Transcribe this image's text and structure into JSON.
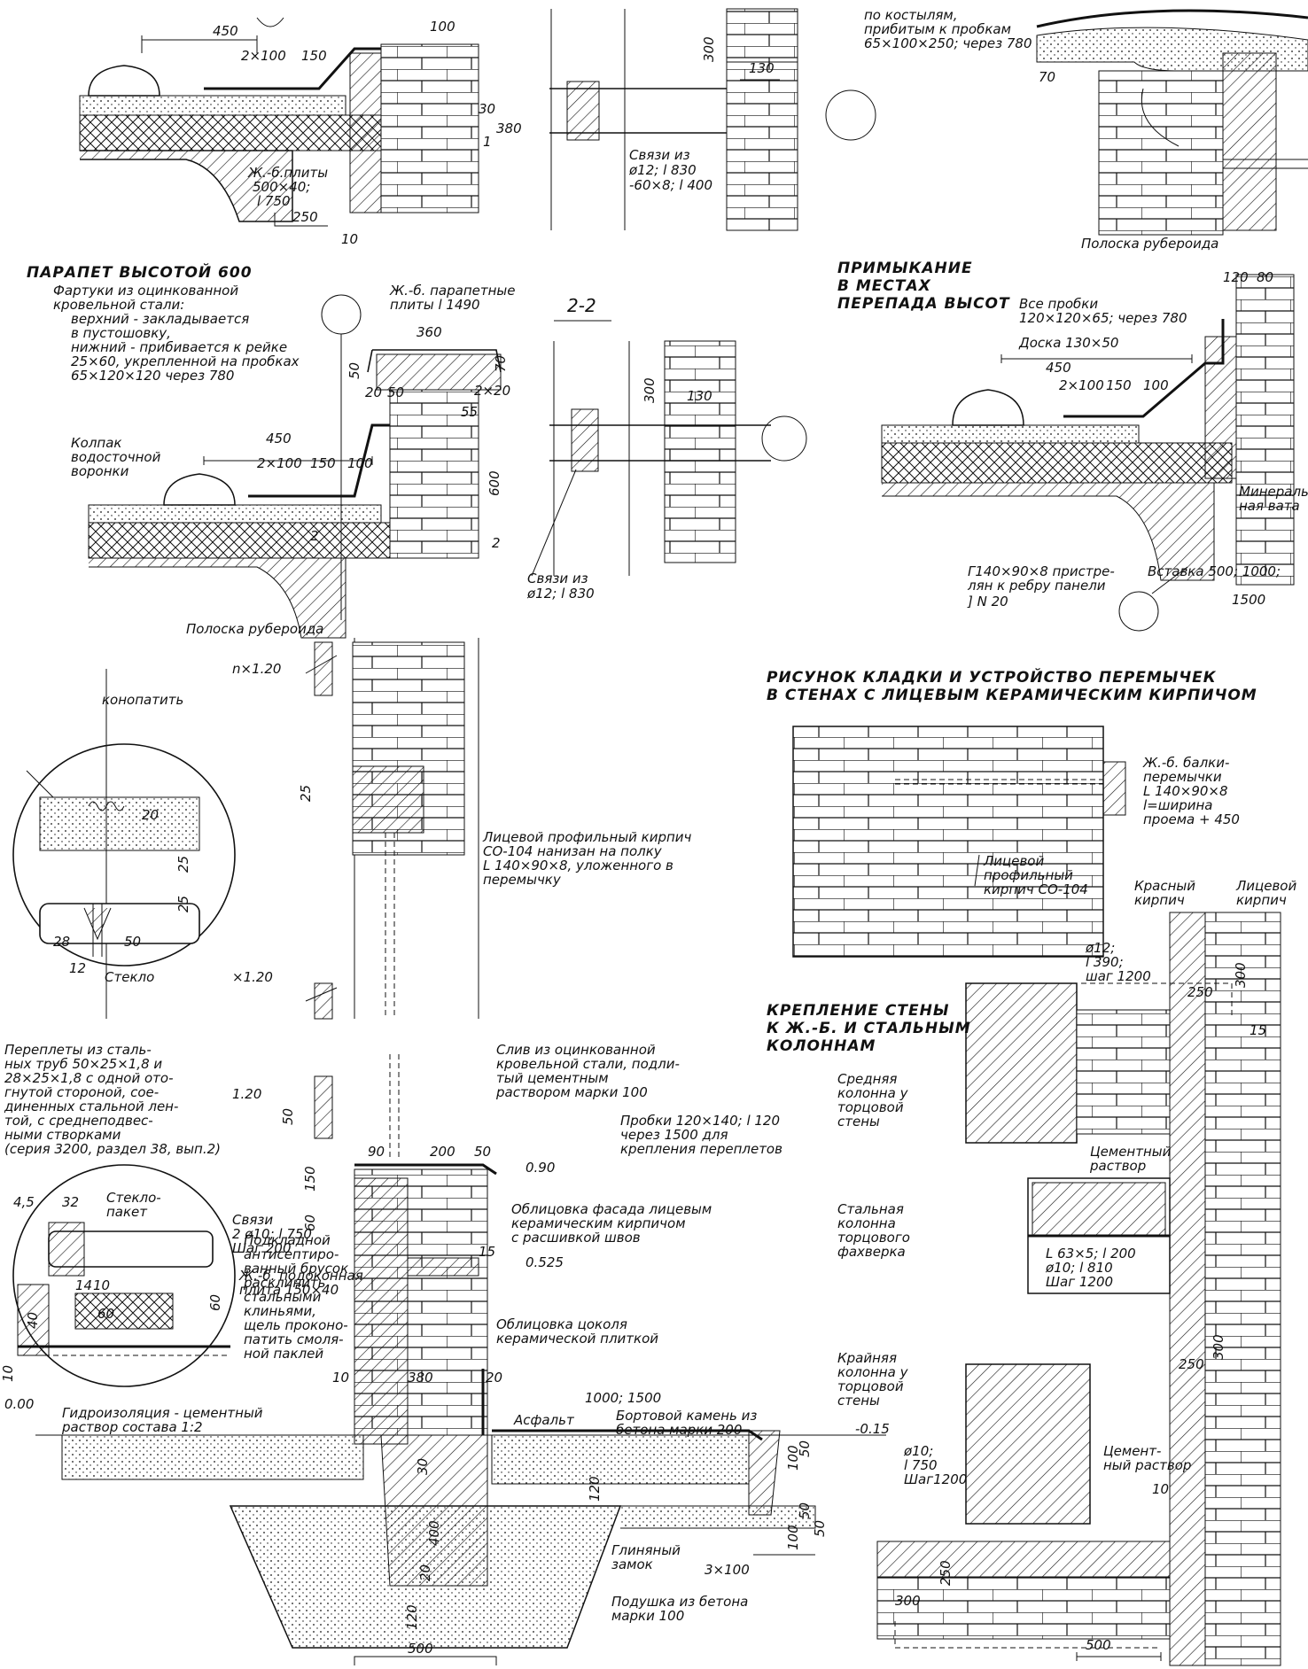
{
  "top_left": {
    "dims": [
      "450",
      "100",
      "2×100",
      "150",
      "30",
      "380",
      "1",
      "250",
      "10"
    ],
    "slab_note": [
      "Ж.-б.плиты",
      "500×40;",
      "l 750"
    ]
  },
  "top_ties": {
    "dims": [
      "300",
      "130"
    ],
    "note": [
      "Связи из",
      "ø12; l 830",
      "-60×8; l 400"
    ]
  },
  "top_right": {
    "note": [
      "по костылям,",
      "прибитым к пробкам",
      "65×100×250; через 780"
    ],
    "dim": "70",
    "strip": "Полоска рубероида"
  },
  "parapet": {
    "title": "ПАРАПЕТ ВЫСОТОЙ 600",
    "apron_note": [
      "Фартуки из оцинкованной",
      "кровельной стали:",
      "верхний - закладывается",
      "в пустошовку,",
      "нижний - прибивается к рейке",
      "25×60, укрепленной на пробках",
      "65×120×120 через 780"
    ],
    "slab_note": [
      "Ж.-б. парапетные",
      "плиты l 1490"
    ],
    "funnel_note": [
      "Колпак",
      "водосточной",
      "воронки"
    ],
    "dims": [
      "360",
      "50",
      "20",
      "50",
      "70",
      "2×20",
      "55",
      "450",
      "2×100",
      "150",
      "100",
      "600",
      "2",
      "2"
    ],
    "strip": "Полоска рубероида"
  },
  "section22": {
    "label": "2-2",
    "dims": [
      "300",
      "130"
    ],
    "note": [
      "Связи из",
      "ø12; l 830"
    ]
  },
  "junction": {
    "title": [
      "ПРИМЫКАНИЕ",
      "В МЕСТАХ",
      "ПЕРЕПАДА ВЫСОТ"
    ],
    "plugs": [
      "Все пробки",
      "120×120×65; через 780"
    ],
    "board": "Доска 130×50",
    "dims": [
      "120",
      "80",
      "450",
      "2×100",
      "150",
      "100",
      "1500"
    ],
    "wool": [
      "Минераль-",
      "ная вата"
    ],
    "angle": [
      "Г140×90×8 пристре-",
      "лян к ребру панели"
    ],
    "channel": "] N 20",
    "insert": "Вставка 500; 1000;"
  },
  "window": {
    "caulk": "конопатить",
    "n120": "n×1.20",
    "dim25": "25",
    "x120": "×1.20",
    "brick_note": [
      "Лицевой профильный кирпич",
      "СО-104 нанизан на полку",
      "L 140×90×8, уложенного в",
      "перемычку"
    ],
    "detail_dims": [
      "20",
      "25",
      "25",
      "28",
      "50",
      "12"
    ],
    "glass": "Стекло"
  },
  "sill": {
    "frames_note": [
      "Переплеты из сталь-",
      "ных труб 50×25×1,8 и",
      "28×25×1,8 с одной ото-",
      "гнутой стороной, сое-",
      "диненных стальной лен-",
      "той, с среднеподвес-",
      "ными створками",
      "(серия 3200, раздел 38, вып.2)"
    ],
    "glazing": [
      "Стекло-",
      "пакет"
    ],
    "detail_dims": [
      "4,5",
      "32",
      "14",
      "10",
      "40",
      "60",
      "60",
      "10"
    ],
    "bar_note": [
      "Подкладной",
      "антисептиро-",
      "ванный брусок",
      "расклинить",
      "стальными",
      "клиньями,",
      "щель проконо-",
      "патить смоля-",
      "ной паклей"
    ],
    "dims": [
      "1.20",
      "50",
      "150",
      "60",
      "90",
      "200",
      "50"
    ],
    "ties": [
      "Связи",
      "2 ø10; l 750",
      "Шаг 200"
    ],
    "sill_slab": [
      "Ж.-б. подоконная",
      "плита 150×40"
    ],
    "drip": [
      "Слив из оцинкованной",
      "кровельной стали, подли-",
      "тый цементным",
      "раствором марки 100"
    ],
    "plugs": [
      "Пробки 120×140; l 120",
      "через 1500 для",
      "крепления переплетов"
    ],
    "lvl1": "0.90",
    "facing": [
      "Облицовка фасада лицевым",
      "керамическим кирпичом",
      "с расшивкой швов"
    ],
    "dim15": "15",
    "lvl2": "0.525",
    "plinth": [
      "Облицовка цоколя",
      "керамической плиткой"
    ],
    "d380": "380",
    "d10": "10",
    "d20": "20"
  },
  "foundation": {
    "zero": "0.00",
    "waterproof": [
      "Гидроизоляция - цементный",
      "раствор состава 1:2"
    ],
    "dim1000": "1000; 1500",
    "asphalt": "Асфальт",
    "curb": [
      "Бортовой камень из",
      "бетона марки 200"
    ],
    "lvl": "-0.15",
    "clay": [
      "Глиняный",
      "замок"
    ],
    "pad": [
      "Подушка из бетона",
      "марки 100"
    ],
    "dims": [
      "30",
      "120",
      "400",
      "20",
      "120",
      "50",
      "50",
      "100",
      "100",
      "50",
      "3×100",
      "500"
    ]
  },
  "masonry": {
    "title": [
      "РИСУНОК КЛАДКИ И УСТРОЙСТВО ПЕРЕМЫЧЕК",
      "В СТЕНАХ С ЛИЦЕВЫМ КЕРАМИЧЕСКИМ КИРПИЧОМ"
    ],
    "beam": [
      "Ж.-б. балки-",
      "перемычки",
      "L 140×90×8",
      "l=ширина",
      "проема + 450"
    ],
    "brick": [
      "Лицевой",
      "профильный",
      "кирпич СО-104"
    ]
  },
  "fastening": {
    "title": [
      "КРЕПЛЕНИЕ СТЕНЫ",
      "К Ж.-Б. И СТАЛЬНЫМ",
      "КОЛОННАМ"
    ],
    "red": [
      "Красный",
      "кирпич"
    ],
    "face": [
      "Лицевой",
      "кирпич"
    ],
    "rod": [
      "ø12;",
      "l 390;",
      "шаг 1200"
    ],
    "dims": [
      "300",
      "250",
      "15",
      "250",
      "300",
      "10",
      "250",
      "300",
      "500"
    ],
    "mid_col": [
      "Средняя",
      "колонна у",
      "торцовой",
      "стены"
    ],
    "mortar1": [
      "Цементный",
      "раствор"
    ],
    "steel_col": [
      "Стальная",
      "колонна",
      "торцового",
      "фахверка"
    ],
    "angle": [
      "L 63×5; l 200",
      "ø10; l 810",
      "Шаг 1200"
    ],
    "edge_col": [
      "Крайняя",
      "колонна у",
      "торцовой",
      "стены"
    ],
    "rod2": [
      "ø10;",
      "l 750",
      "Шаг1200"
    ],
    "mortar2": [
      "Цемент-",
      "ный раствор"
    ]
  }
}
